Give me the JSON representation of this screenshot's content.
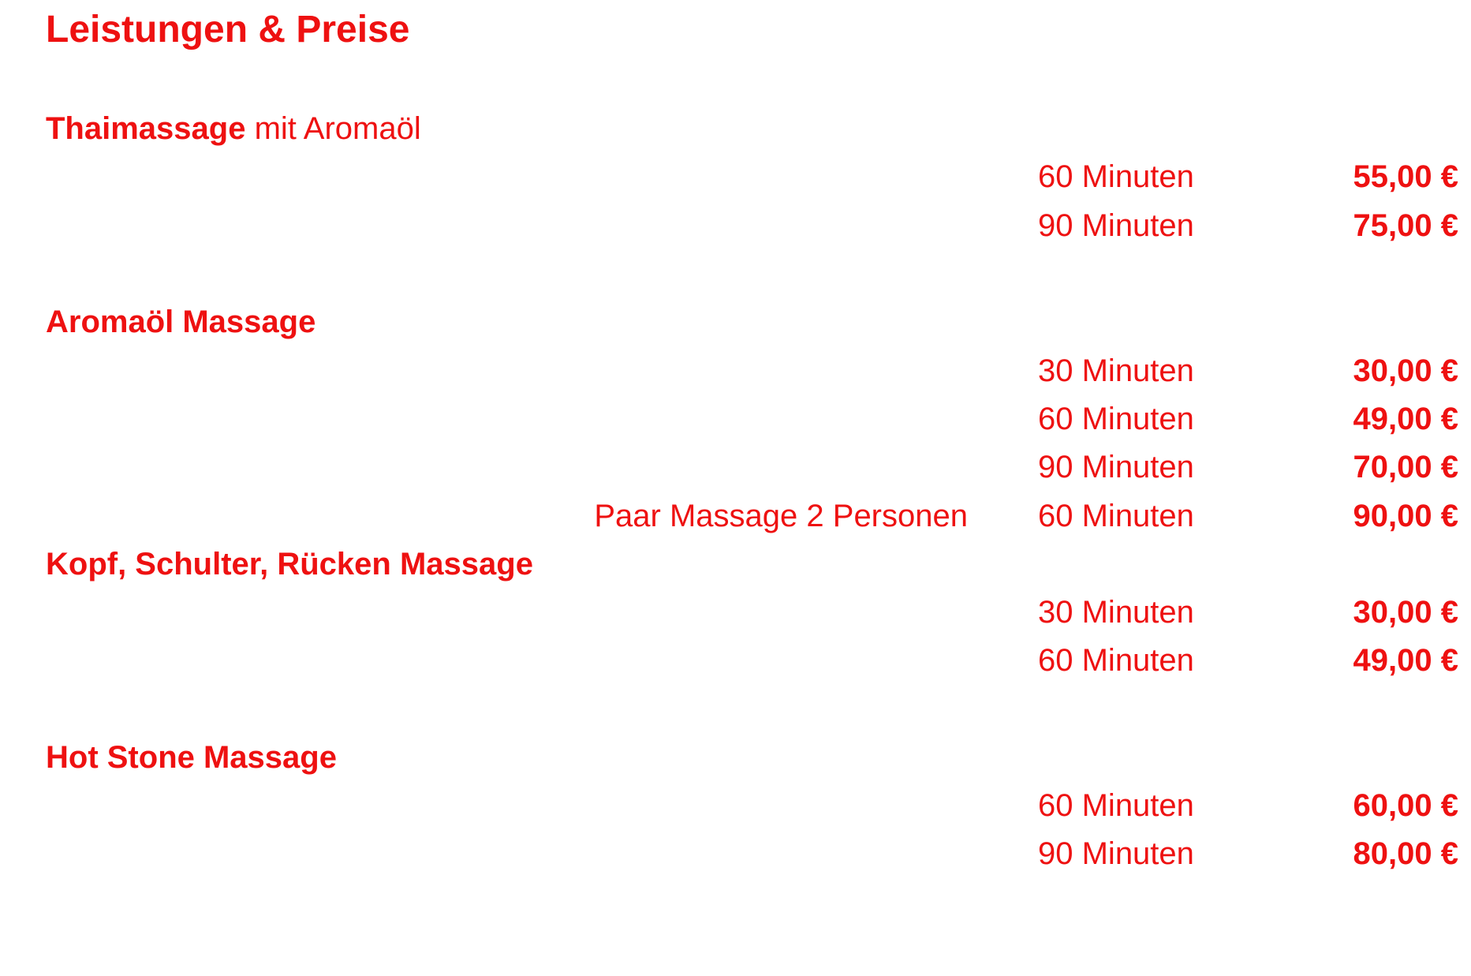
{
  "title": "Leistungen & Preise",
  "sections": [
    {
      "name_bold": "Thaimassage",
      "name_rest": " mit Aromaöl",
      "items": [
        {
          "duration": "60 Minuten",
          "price": "55,00 €"
        },
        {
          "duration": "90 Minuten",
          "price": "75,00 €"
        }
      ]
    },
    {
      "name_bold": "Aromaöl Massage",
      "items": [
        {
          "duration": "30 Minuten",
          "price": "30,00 €"
        },
        {
          "duration": "60 Minuten",
          "price": "49,00 €"
        },
        {
          "duration": "90 Minuten",
          "price": "70,00 €"
        },
        {
          "note": "Paar Massage 2 Personen",
          "duration": "60 Minuten",
          "price": "90,00 €"
        }
      ]
    },
    {
      "name_bold": "Kopf, Schulter, Rücken Massage",
      "items": [
        {
          "duration": "30 Minuten",
          "price": "30,00 €"
        },
        {
          "duration": "60 Minuten",
          "price": "49,00 €"
        }
      ]
    },
    {
      "name_bold": "Hot Stone Massage",
      "items": [
        {
          "duration": "60 Minuten",
          "price": "60,00 €"
        },
        {
          "duration": "90 Minuten",
          "price": "80,00 €"
        }
      ]
    }
  ],
  "colors": {
    "text": "#ee1111",
    "background": "#ffffff"
  }
}
